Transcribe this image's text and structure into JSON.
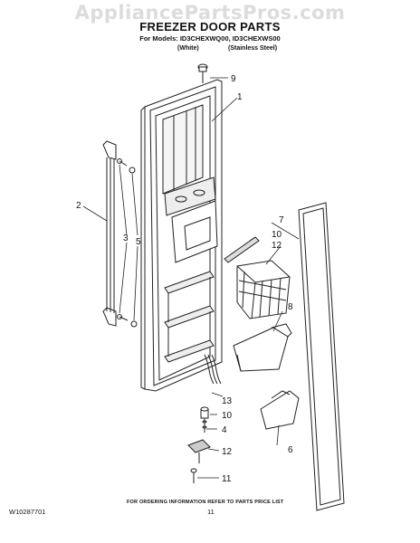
{
  "watermark": "AppliancePartsPros.com",
  "header": {
    "title": "FREEZER DOOR PARTS",
    "models": "For Models: ID3CHEXWQ00, ID3CHEXWS00",
    "color_white": "(White)",
    "color_steel": "(Stainless Steel)"
  },
  "callouts": {
    "c1": "1",
    "c2": "2",
    "c3": "3",
    "c4": "4",
    "c5": "5",
    "c6": "6",
    "c7": "7",
    "c8": "8",
    "c9": "9",
    "c10a": "10",
    "c10b": "10",
    "c11": "11",
    "c12a": "12",
    "c12b": "12",
    "c13": "13"
  },
  "footer": {
    "note": "FOR ORDERING INFORMATION REFER TO PARTS PRICE LIST",
    "doc_number": "W10287701",
    "page": "11"
  }
}
